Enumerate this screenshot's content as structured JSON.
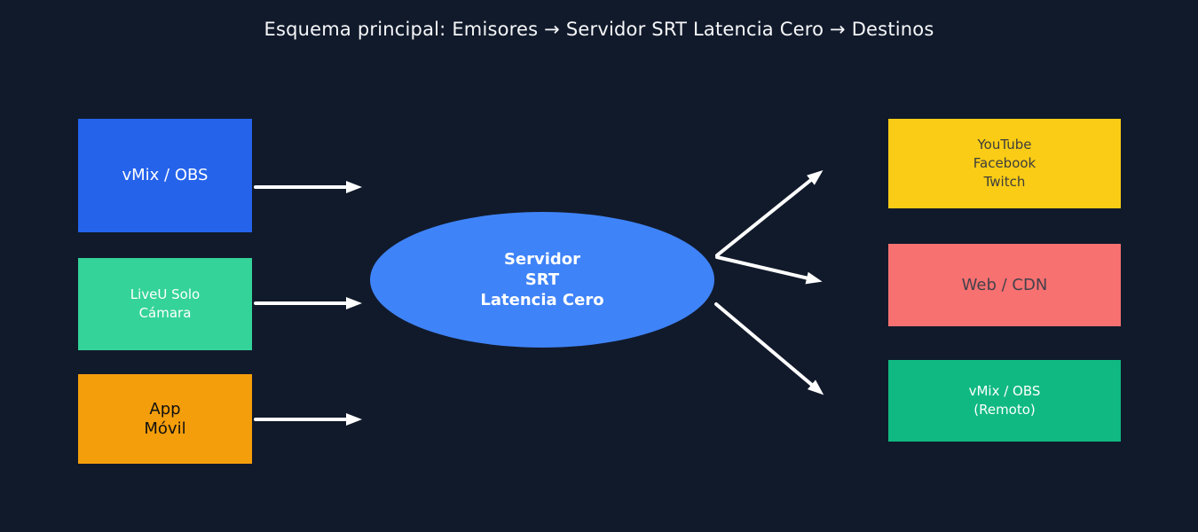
{
  "title": "Esquema principal: Emisores → Servidor SRT Latencia Cero → Destinos",
  "canvas": {
    "background": "#111a2b",
    "title_color": "#f6f7f9",
    "arrow_color": "#ffffff"
  },
  "emitters": [
    {
      "id": "vmix-obs",
      "label": "vMix / OBS",
      "color": "#2563eb",
      "text_color": "#ffffff"
    },
    {
      "id": "liveu-solo",
      "label": "LiveU Solo\nCámara",
      "color": "#34d399",
      "text_color": "#ffffff"
    },
    {
      "id": "app-movil",
      "label": "App\nMóvil",
      "color": "#f59e0b",
      "text_color": "#111111"
    }
  ],
  "server": {
    "id": "servidor-srt",
    "label": "Servidor\nSRT\nLatencia Cero",
    "color": "#3f83f8",
    "text_color": "#ffffff"
  },
  "destinations": [
    {
      "id": "platforms",
      "label": "YouTube\nFacebook\nTwitch",
      "color": "#facc15",
      "text_color": "#3d3d3d"
    },
    {
      "id": "web-cdn",
      "label": "Web / CDN",
      "color": "#f87171",
      "text_color": "#44414b"
    },
    {
      "id": "vmix-remote",
      "label": "vMix / OBS\n(Remoto)",
      "color": "#10b981",
      "text_color": "#ffffff"
    }
  ]
}
